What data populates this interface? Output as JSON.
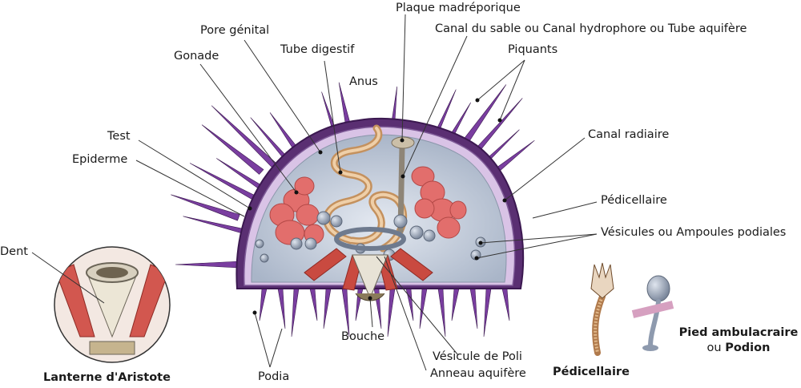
{
  "labels": {
    "plaque": "Plaque madréporique",
    "canal_sable": "Canal du sable ou Canal hydrophore ou Tube aquifère",
    "pore": "Pore génital",
    "tube_digestif": "Tube digestif",
    "gonade": "Gonade",
    "anus": "Anus",
    "piquants": "Piquants",
    "test": "Test",
    "epiderme": "Epiderme",
    "canal_radiaire": "Canal radiaire",
    "pedicellaire": "Pédicellaire",
    "vesicules": "Vésicules ou Ampoules podiales",
    "dent": "Dent",
    "bouche": "Bouche",
    "vesicule_poli": "Vésicule de Poli",
    "anneau": "Anneau aquifère",
    "podia": "Podia"
  },
  "captions": {
    "lanterne": "Lanterne d'Aristote",
    "pedicellaire": "Pédicellaire",
    "pied_bold": "Pied ambulacraire",
    "ou": "ou",
    "podion": "Podion"
  },
  "colors": {
    "spine": "#7a3ea0",
    "shell": "#b8c4d6",
    "gonad": "#e0706f",
    "gut": "#d4a97a",
    "muscle": "#c8483f",
    "ampulla": "#9aa6b8"
  }
}
